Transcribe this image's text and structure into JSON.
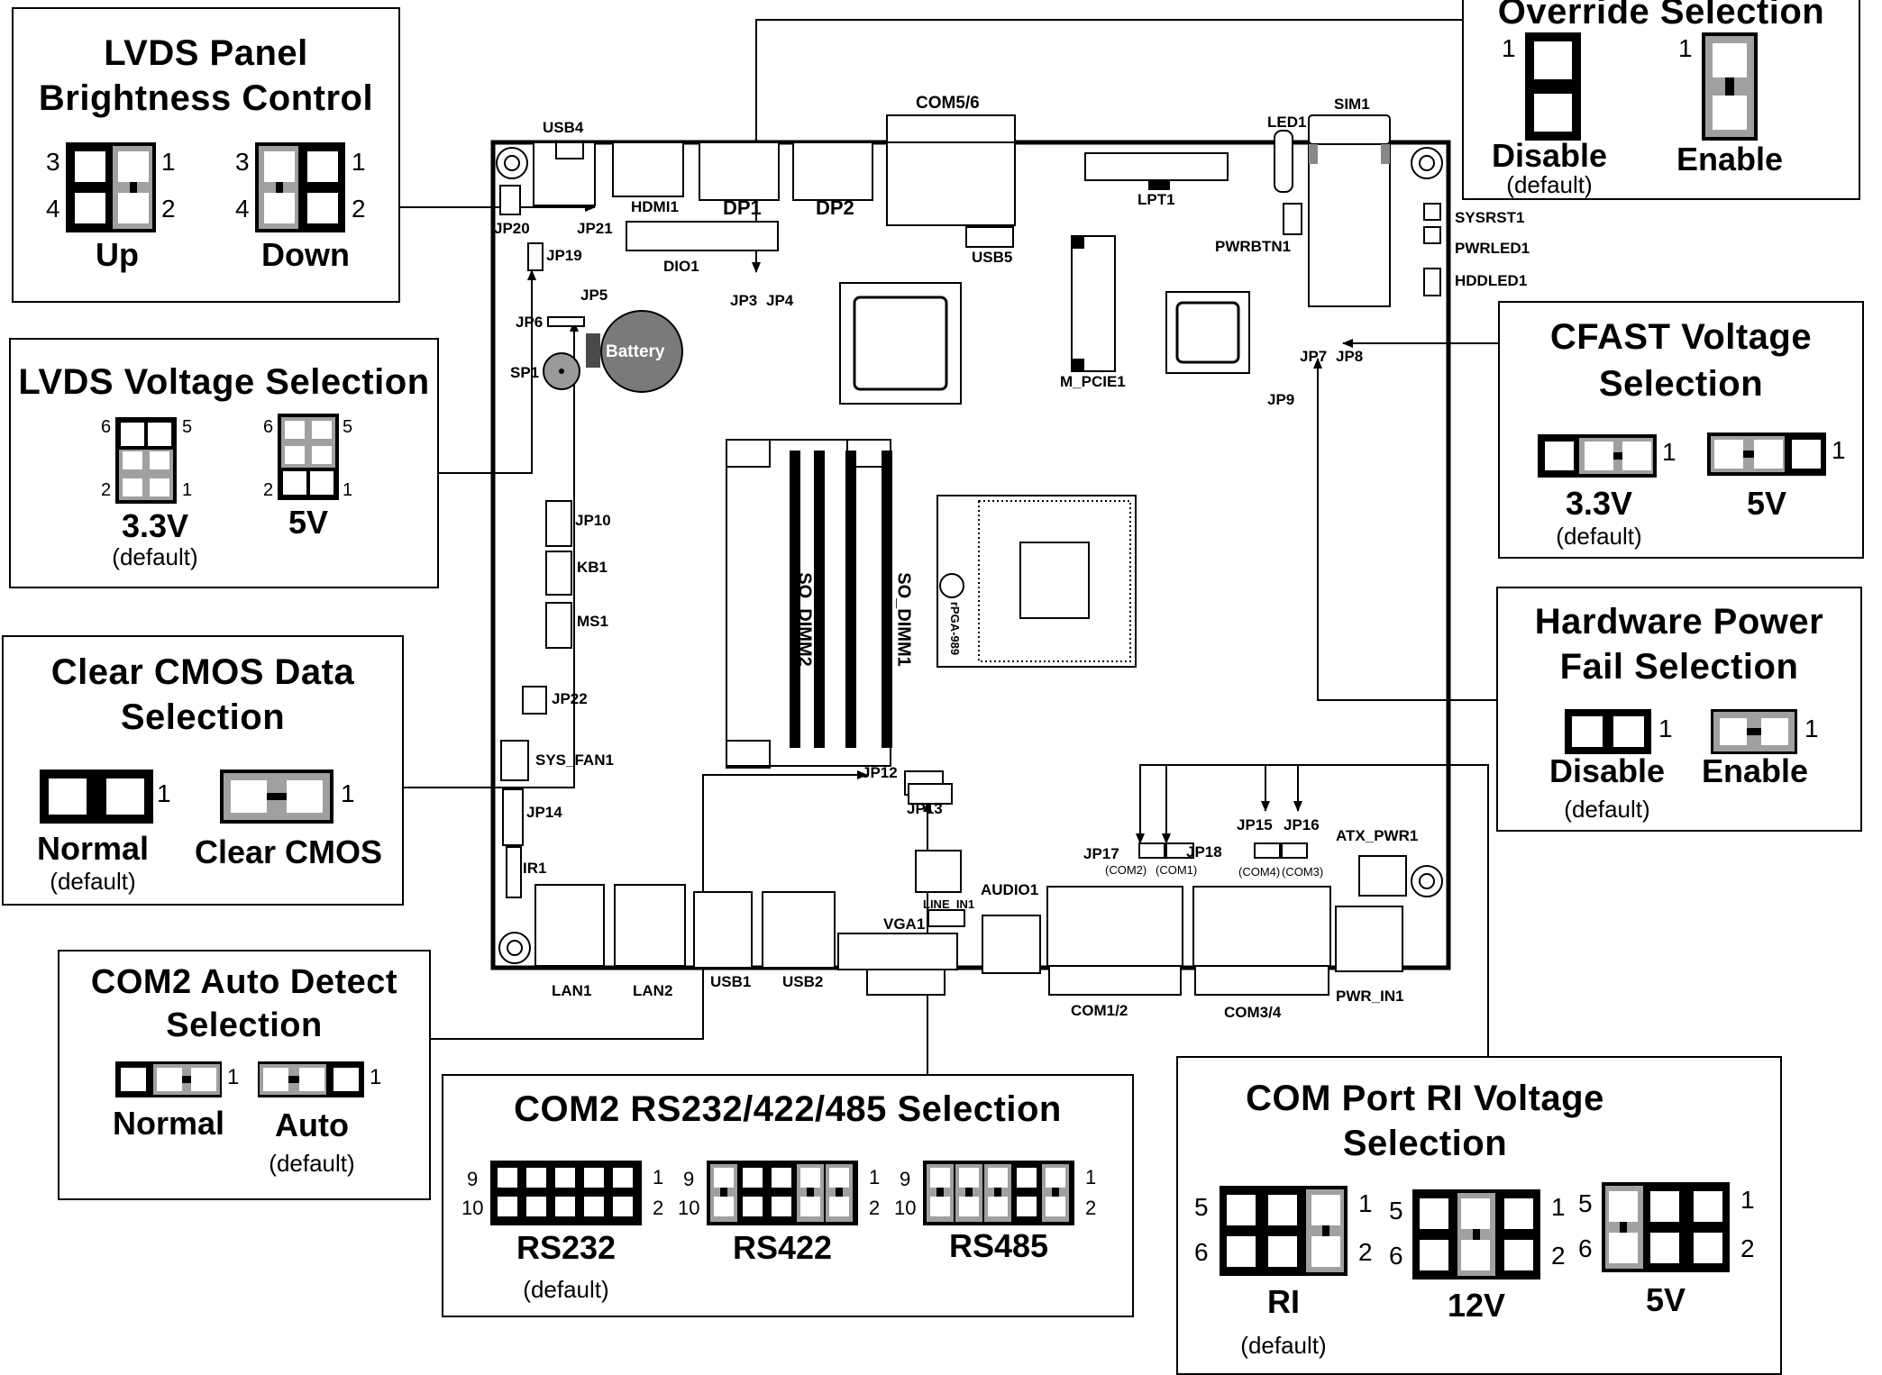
{
  "colors": {
    "ink": "#000000",
    "pin": "#ffffff",
    "jumper_cap": "#a0a0a0",
    "heatsink": "#e8e8e8",
    "battery": "#7a7a7a"
  },
  "diagram": {
    "board_labels": {
      "usb4": "USB4",
      "hdmi1": "HDMI1",
      "dp1": "DP1",
      "dp2": "DP2",
      "com56": "COM5/6",
      "usb5": "USB5",
      "lpt1": "LPT1",
      "led1": "LED1",
      "sim1": "SIM1",
      "pwrbtn1": "PWRBTN1",
      "sysrst1": "SYSRST1",
      "pwrled1": "PWRLED1",
      "hddled1": "HDDLED1",
      "jp20": "JP20",
      "jp21": "JP21",
      "jp19": "JP19",
      "dio1": "DIO1",
      "jp3": "JP3",
      "jp4": "JP4",
      "jp5": "JP5",
      "jp6": "JP6",
      "battery": "Battery",
      "sp1": "SP1",
      "m_pcie1": "M_PCIE1",
      "jp7": "JP7",
      "jp8": "JP8",
      "jp9": "JP9",
      "jp10": "JP10",
      "kb1": "KB1",
      "ms1": "MS1",
      "jp22": "JP22",
      "sys_fan1": "SYS_FAN1",
      "jp14": "JP14",
      "ir1": "IR1",
      "so_dimm2": "SO_DIMM2",
      "so_dimm1": "SO_DIMM1",
      "rpga": "rPGA-989",
      "jp12": "JP12",
      "jp13": "JP13",
      "jp15": "JP15",
      "jp16": "JP16",
      "jp17": "JP17",
      "jp18": "JP18",
      "com2_s": "(COM2)",
      "com1_s": "(COM1)",
      "com4_s": "(COM4)",
      "com3_s": "(COM3)",
      "atx_pwr1": "ATX_PWR1",
      "line_in1": "LINE_IN1",
      "audio1": "AUDIO1",
      "vga1": "VGA1",
      "lan1": "LAN1",
      "lan2": "LAN2",
      "usb1": "USB1",
      "usb2": "USB2",
      "com12": "COM1/2",
      "com34": "COM3/4",
      "pwr_in1": "PWR_IN1"
    },
    "boxes": {
      "lvds_brightness": {
        "title": "LVDS Panel Brightness Control",
        "options": [
          {
            "label": "Up"
          },
          {
            "label": "Down"
          }
        ],
        "pins": [
          "3",
          "1",
          "4",
          "2"
        ]
      },
      "lvds_voltage": {
        "title": "LVDS Voltage Selection",
        "options": [
          {
            "label": "3.3V",
            "note": "(default)"
          },
          {
            "label": "5V"
          }
        ],
        "pins": [
          "6",
          "5",
          "2",
          "1"
        ]
      },
      "clear_cmos": {
        "title": "Clear CMOS Data Selection",
        "options": [
          {
            "label": "Normal",
            "note": "(default)"
          },
          {
            "label": "Clear CMOS"
          }
        ],
        "pin1": "1"
      },
      "com2_auto": {
        "title": "COM2 Auto Detect Selection",
        "options": [
          {
            "label": "Normal"
          },
          {
            "label": "Auto",
            "note": "(default)"
          }
        ],
        "pin1": "1"
      },
      "com2_mode": {
        "title": "COM2 RS232/422/485 Selection",
        "options": [
          {
            "label": "RS232",
            "note": "(default)"
          },
          {
            "label": "RS422"
          },
          {
            "label": "RS485"
          }
        ],
        "pins": [
          "9",
          "1",
          "10",
          "2"
        ]
      },
      "com_ri": {
        "title": "COM Port RI Voltage Selection",
        "options": [
          {
            "label": "RI",
            "note": "(default)"
          },
          {
            "label": "12V"
          },
          {
            "label": "5V"
          }
        ],
        "pins": [
          "5",
          "1",
          "6",
          "2"
        ]
      },
      "override": {
        "title": "Override Selection",
        "options": [
          {
            "label": "Disable",
            "note": "(default)"
          },
          {
            "label": "Enable"
          }
        ],
        "pin1": "1"
      },
      "cfast": {
        "title": "CFAST Voltage Selection",
        "options": [
          {
            "label": "3.3V",
            "note": "(default)"
          },
          {
            "label": "5V"
          }
        ],
        "pin1": "1"
      },
      "hw_power_fail": {
        "title": "Hardware Power Fail Selection",
        "options": [
          {
            "label": "Disable",
            "note": "(default)"
          },
          {
            "label": "Enable"
          }
        ],
        "pin1": "1"
      }
    }
  }
}
